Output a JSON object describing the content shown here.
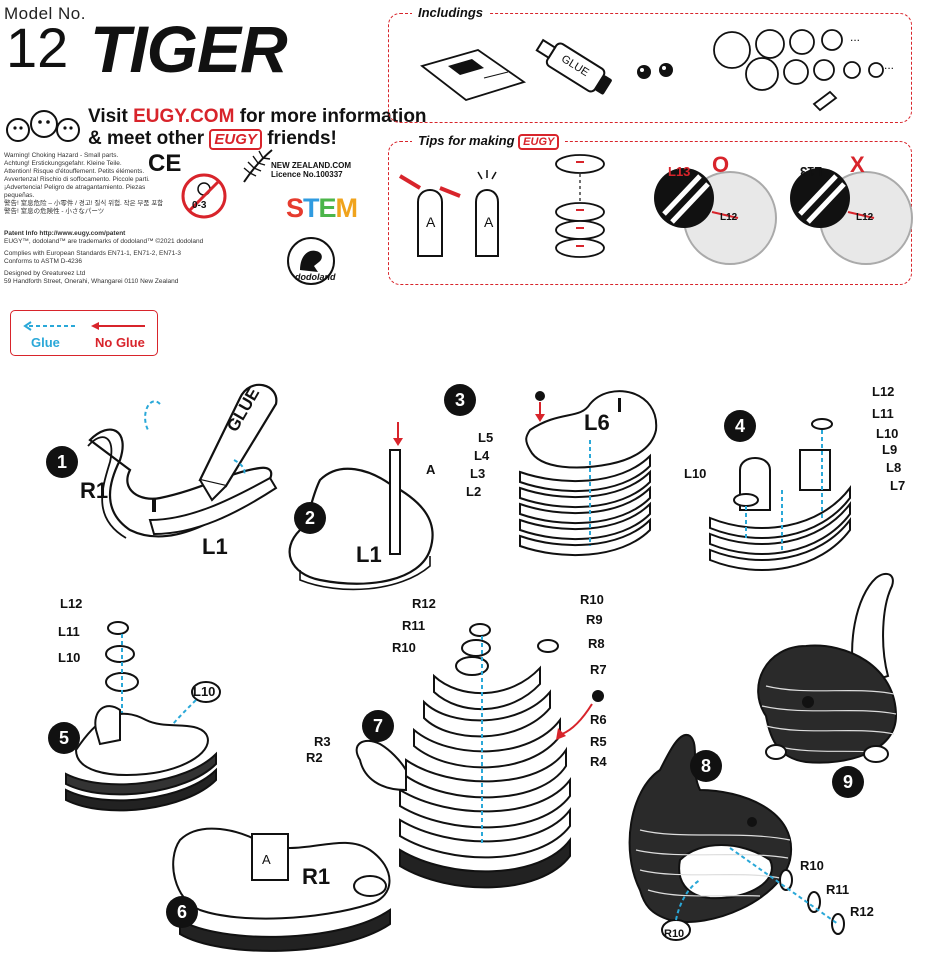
{
  "header": {
    "model_no_label": "Model No.",
    "model_number": "12",
    "model_name": "TIGER",
    "visit_line1_pre": "Visit ",
    "visit_url": "EUGY.COM",
    "visit_line1_post": " for more information",
    "visit_line2_pre": "& meet other ",
    "visit_brand": "EUGY",
    "visit_line2_post": " friends!"
  },
  "compliance": {
    "warnings": [
      "Warning! Choking Hazard - Small parts.",
      "Achtung! Erstickungsgefahr. Kleine Teile.",
      "Attention! Risque d'étouffement. Petits éléments.",
      "Avvertenza! Rischio di soffocamento. Piccole parti.",
      "¡Advertencia! Peligro de atragantamiento. Piezas pequeñas.",
      "警告! 窒息危险 – 小零件 / 경고! 질식 위험. 작은 부품 포함",
      "警告! 窒息の危険性 - 小さなパーツ"
    ],
    "ce_mark": "CE",
    "age_warning": "0-3",
    "nz_line1": "NEW ZEALAND.COM",
    "nz_line2": "Licence No.100337",
    "stem_letters": [
      "S",
      "T",
      "E",
      "M"
    ],
    "patent_info": "Patent Info http://www.eugy.com/patent",
    "trademark": "EUGY™, dodoland™ are trademarks of dodoland™ ©2021 dodoland",
    "standards_1": "Complies with European Standards EN71-1, EN71-2, EN71-3",
    "standards_2": "Conforms to ASTM D-4236",
    "designed_by": "Designed by Greatureez Ltd",
    "address": "59 Handforth Street, Onerahi, Whangarei 0110 New Zealand",
    "dodoland_logo": "dodoland"
  },
  "includings": {
    "title": "Includings",
    "glue_label": "GLUE",
    "ellipsis": "..."
  },
  "tips": {
    "title_pre": "Tips for making ",
    "title_brand": "EUGY",
    "piece_letter": "A",
    "correct_mark": "O",
    "wrong_mark": "X",
    "layer_top": "L13",
    "layer_bottom": "L12"
  },
  "legend": {
    "glue": "Glue",
    "no_glue": "No Glue"
  },
  "steps": {
    "s1": {
      "num": "1",
      "glue": "GLUE",
      "parts": [
        "R1",
        "L1"
      ]
    },
    "s2": {
      "num": "2",
      "parts": [
        "L1",
        "A"
      ]
    },
    "s3": {
      "num": "3",
      "top": "L6",
      "parts": [
        "L5",
        "L4",
        "L3",
        "L2"
      ]
    },
    "s4": {
      "num": "4",
      "parts": [
        "L12",
        "L11",
        "L10",
        "L9",
        "L8",
        "L7",
        "L10"
      ]
    },
    "s5": {
      "num": "5",
      "parts": [
        "L12",
        "L11",
        "L10",
        "L10"
      ]
    },
    "s6": {
      "num": "6",
      "parts": [
        "A",
        "R1"
      ]
    },
    "s7": {
      "num": "7",
      "parts": [
        "R12",
        "R11",
        "R10",
        "R10",
        "R9",
        "R8",
        "R7",
        "R6",
        "R5",
        "R4",
        "R3",
        "R2"
      ]
    },
    "s8": {
      "num": "8",
      "parts": [
        "R10",
        "R11",
        "R12",
        "R10"
      ]
    },
    "s9": {
      "num": "9"
    }
  },
  "colors": {
    "accent": "#d8242b",
    "glue": "#2aa8d8",
    "ink": "#111111"
  }
}
